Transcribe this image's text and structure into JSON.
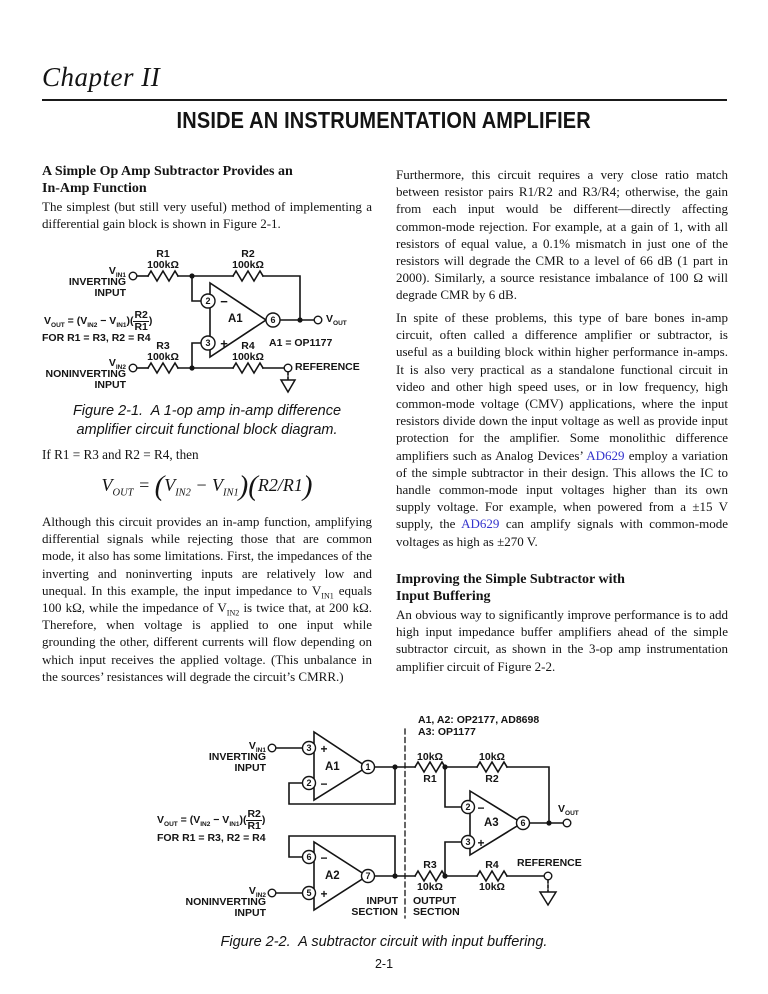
{
  "page": {
    "chapter_title": "Chapter II",
    "main_title": "INSIDE AN INSTRUMENTATION AMPLIFIER",
    "page_number": "2-1"
  },
  "left": {
    "section1_heading_line1": "A Simple Op Amp Subtractor Provides an",
    "section1_heading_line2": "In-Amp Function",
    "para1": [
      {
        "t": "The simplest (but still very useful) method of implementing a differential gain block is shown in Figure 2-1."
      }
    ],
    "caption1_line1": "Figure 2-1.  A 1-op amp in-amp difference",
    "caption1_line2": "amplifier circuit functional block diagram.",
    "condition_line": "If R1 = R3 and R2 = R4, then",
    "equation": [
      {
        "t": "V"
      },
      {
        "t": "OUT",
        "s": "sub"
      },
      {
        "t": " = "
      },
      {
        "t": "(",
        "s": "paren"
      },
      {
        "t": "V"
      },
      {
        "t": "IN2",
        "s": "sub"
      },
      {
        "t": " − "
      },
      {
        "t": "V"
      },
      {
        "t": "IN1",
        "s": "sub"
      },
      {
        "t": ")",
        "s": "paren"
      },
      {
        "t": "(",
        "s": "paren"
      },
      {
        "t": "R2/R1"
      },
      {
        "t": ")",
        "s": "paren"
      }
    ],
    "para2": [
      {
        "t": "Although this circuit provides an in-amp function, amplifying differential signals while rejecting those that are common mode, it also has some limitations. First, the impedances of the inverting and noninverting inputs are relatively low and unequal. In this example, the input impedance to V"
      },
      {
        "t": "IN1",
        "s": "sub"
      },
      {
        "t": " equals 100 kΩ, while the impedance of V"
      },
      {
        "t": "IN2",
        "s": "sub"
      },
      {
        "t": " is twice that, at 200 kΩ. Therefore, when voltage is applied to one input while grounding the other, different currents will flow depending on which input receives the applied voltage. (This unbalance in the sources’ resistances will degrade the circuit’s CMRR.)"
      }
    ]
  },
  "right": {
    "para1": [
      {
        "t": "Furthermore, this circuit requires a very close ratio match between resistor pairs R1/R2 and R3/R4; otherwise, the gain from each input would be different—directly affecting common-mode rejection. For example, at a gain of 1, with all resistors of equal value, a 0.1% mismatch in just one of the resistors will degrade the CMR to a level of 66 dB (1 part in 2000). Similarly, a source resistance imbalance of 100 Ω will degrade CMR by 6 dB."
      }
    ],
    "para2": [
      {
        "t": "In spite of these problems, this type of bare bones in-amp circuit, often called a difference amplifier or subtractor, is useful as a building block within higher performance in-amps. It is also very practical as a standalone functional circuit in video and other high speed uses, or in low frequency, high common-mode voltage (CMV) applications, where the input resistors divide down the input voltage as well as provide input protection for the amplifier. Some monolithic difference amplifiers such as Analog Devices’ "
      },
      {
        "t": "AD629",
        "s": "link"
      },
      {
        "t": " employ a variation of the simple subtractor in their design. This allows the IC to handle common-mode input voltages higher than its own supply voltage. For example, when powered from a ±15 V supply, the "
      },
      {
        "t": "AD629",
        "s": "link"
      },
      {
        "t": " can amplify signals with common-mode voltages as high as ±270 V."
      }
    ],
    "section2_heading_line1": "Improving the Simple Subtractor with",
    "section2_heading_line2": "Input Buffering",
    "para3": [
      {
        "t": "An obvious way to significantly improve performance is to add high input impedance buffer amplifiers ahead of the simple subtractor circuit, as shown in the 3-op amp instrumentation amplifier circuit of Figure 2-2."
      }
    ]
  },
  "figure1": {
    "r1_name": "R1",
    "r1_value": "100kΩ",
    "r2_name": "R2",
    "r2_value": "100kΩ",
    "r3_name": "R3",
    "r3_value": "100kΩ",
    "r4_name": "R4",
    "r4_value": "100kΩ",
    "vin1": [
      {
        "t": "V"
      },
      {
        "t": "IN1",
        "s": "sub"
      }
    ],
    "vin1_desc1": "INVERTING",
    "vin1_desc2": "INPUT",
    "vin2": [
      {
        "t": "V"
      },
      {
        "t": "IN2",
        "s": "sub"
      }
    ],
    "vin2_desc1": "NONINVERTING",
    "vin2_desc2": "INPUT",
    "amp_label": "A1",
    "pin_inv": "2",
    "pin_noninv": "3",
    "pin_out": "6",
    "minus": "−",
    "plus": "+",
    "vout": [
      {
        "t": "V"
      },
      {
        "t": "OUT",
        "s": "sub"
      }
    ],
    "amp_note": "A1 = OP1177",
    "reference_label": "REFERENCE",
    "formula": [
      {
        "t": "V"
      },
      {
        "t": "OUT",
        "s": "sub"
      },
      {
        "t": " = (V"
      },
      {
        "t": "IN2",
        "s": "sub"
      },
      {
        "t": " − V"
      },
      {
        "t": "IN1",
        "s": "sub"
      },
      {
        "t": ")("
      },
      {
        "t": "R2/R1",
        "s": "frac"
      },
      {
        "t": ")"
      }
    ],
    "formula_condition": "FOR R1 = R3, R2 = R4"
  },
  "figure2": {
    "parts_note_line1": "A1, A2: OP2177, AD8698",
    "parts_note_line2": "A3: OP1177",
    "a1_label": "A1",
    "a2_label": "A2",
    "a3_label": "A3",
    "a1_pin_plus": "3",
    "a1_pin_minus": "2",
    "a1_pin_out": "1",
    "a2_pin_minus": "6",
    "a2_pin_plus": "5",
    "a2_pin_out": "7",
    "a3_pin_minus": "2",
    "a3_pin_plus": "3",
    "a3_pin_out": "6",
    "plus": "+",
    "minus": "−",
    "vin1": [
      {
        "t": "V"
      },
      {
        "t": "IN1",
        "s": "sub"
      }
    ],
    "vin1_desc1": "INVERTING",
    "vin1_desc2": "INPUT",
    "vin2": [
      {
        "t": "V"
      },
      {
        "t": "IN2",
        "s": "sub"
      }
    ],
    "vin2_desc1": "NONINVERTING",
    "vin2_desc2": "INPUT",
    "r1_name": "R1",
    "r1_value": "10kΩ",
    "r2_name": "R2",
    "r2_value": "10kΩ",
    "r3_name": "R3",
    "r3_value": "10kΩ",
    "r4_name": "R4",
    "r4_value": "10kΩ",
    "vout": [
      {
        "t": "V"
      },
      {
        "t": "OUT",
        "s": "sub"
      }
    ],
    "reference_label": "REFERENCE",
    "input_section_line1": "INPUT",
    "input_section_line2": "SECTION",
    "output_section_line1": "OUTPUT",
    "output_section_line2": "SECTION",
    "formula": [
      {
        "t": "V"
      },
      {
        "t": "OUT",
        "s": "sub"
      },
      {
        "t": " = (V"
      },
      {
        "t": "IN2",
        "s": "sub"
      },
      {
        "t": " − V"
      },
      {
        "t": "IN1",
        "s": "sub"
      },
      {
        "t": ")("
      },
      {
        "t": "R2/R1",
        "s": "frac"
      },
      {
        "t": ")"
      }
    ],
    "formula_condition": "FOR R1 = R3, R2 = R4"
  },
  "caption2": "Figure 2-2.  A subtractor circuit with input buffering.",
  "colors": {
    "ink": "#141414",
    "link": "#3333cc"
  }
}
